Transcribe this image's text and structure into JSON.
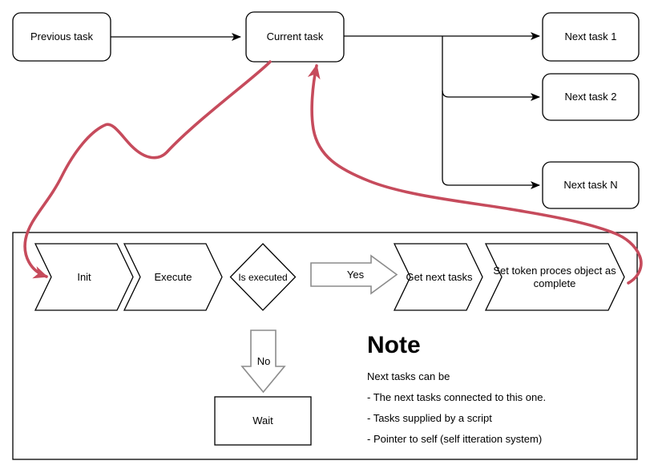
{
  "labels": {
    "previous_task": "Previous task",
    "current_task": "Current task",
    "next_task_1": "Next task 1",
    "next_task_2": "Next task 2",
    "next_task_n": "Next task N",
    "init": "Init",
    "execute": "Execute",
    "is_executed": "Is executed",
    "yes": "Yes",
    "no": "No",
    "get_next_tasks": "Get next tasks",
    "set_token": "Set token proces object as complete",
    "wait": "Wait"
  },
  "note": {
    "title": "Note",
    "intro": "Next tasks can be",
    "items": [
      "- The next tasks connected to this one.",
      "- Tasks supplied by a script",
      "- Pointer to self (self itteration system)"
    ]
  },
  "colors": {
    "stroke": "#000000",
    "accent_red": "#c64b5c",
    "block_arrow_stroke": "#8c8c8c",
    "background": "#ffffff"
  }
}
